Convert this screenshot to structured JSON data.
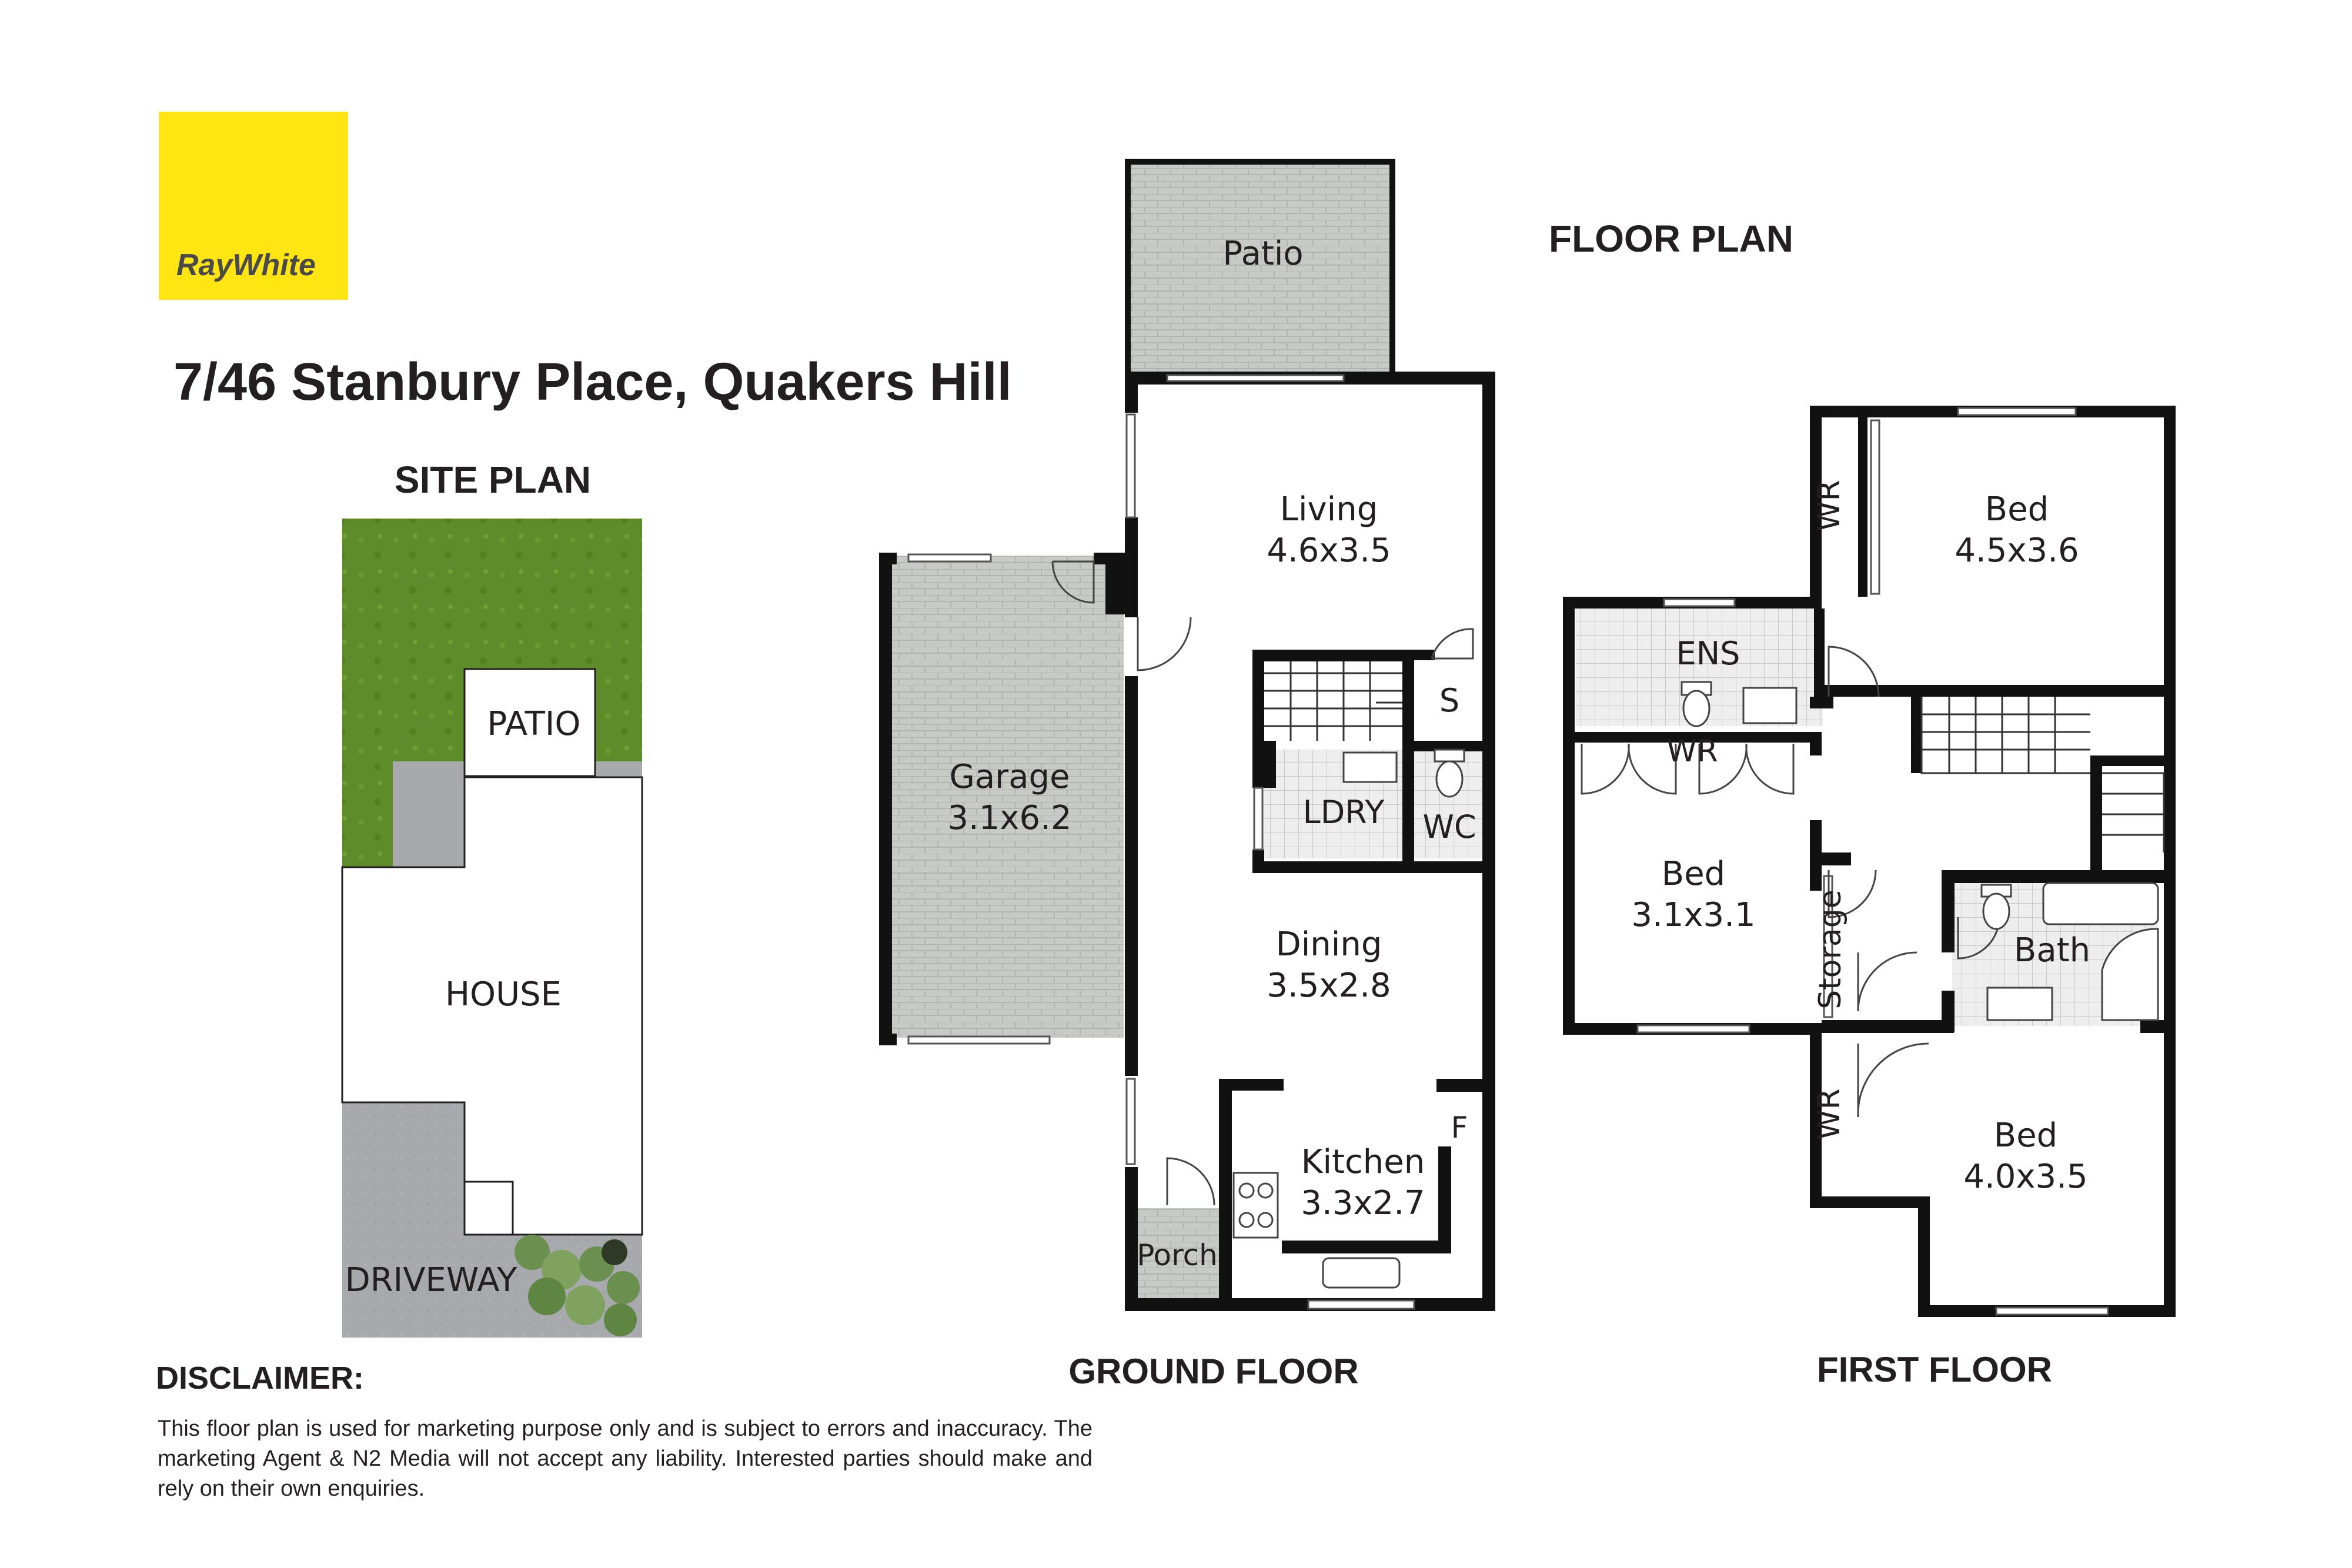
{
  "brand": {
    "name": "RayWhite",
    "color": "#ffe512"
  },
  "address": "7/46 Stanbury Place, Quakers Hill",
  "headings": {
    "site_plan": "SITE PLAN",
    "floor_plan": "FLOOR PLAN",
    "ground_floor": "GROUND FLOOR",
    "first_floor": "FIRST FLOOR"
  },
  "site_plan": {
    "patio": "PATIO",
    "house": "HOUSE",
    "driveway": "DRIVEWAY"
  },
  "ground_floor": {
    "patio": "Patio",
    "living": {
      "name": "Living",
      "size": "4.6x3.5"
    },
    "garage": {
      "name": "Garage",
      "size": "3.1x6.2"
    },
    "storage_s": "S",
    "laundry": "LDRY",
    "wc": "WC",
    "dining": {
      "name": "Dining",
      "size": "3.5x2.8"
    },
    "fridge": "F",
    "kitchen": {
      "name": "Kitchen",
      "size": "3.3x2.7"
    },
    "porch": "Porch"
  },
  "first_floor": {
    "wr_bed1": "WR",
    "bed1": {
      "name": "Bed",
      "size": "4.5x3.6"
    },
    "ensuite": "ENS",
    "wr_bed2": "WR",
    "bed2": {
      "name": "Bed",
      "size": "3.1x3.1"
    },
    "storage": "Storage",
    "bath": "Bath",
    "wr_bed3": "WR",
    "bed3": {
      "name": "Bed",
      "size": "4.0x3.5"
    }
  },
  "disclaimer": {
    "title": "DISCLAIMER:",
    "text": "This floor plan is used for marketing purpose only and is subject to errors and inaccuracy. The marketing Agent & N2 Media will not accept any liability. Interested parties should make and rely on their own enquiries."
  },
  "colors": {
    "wall": "#111111",
    "paving": "#c8cac6",
    "lawn": "#5e8c2a",
    "concrete": "#a7a9ac",
    "tile": "#e9e9e9"
  },
  "icons": [
    "brand-logo",
    "door-swing-icon",
    "stairs-icon",
    "toilet-icon",
    "sink-icon",
    "cooktop-icon",
    "shrub-icon"
  ]
}
